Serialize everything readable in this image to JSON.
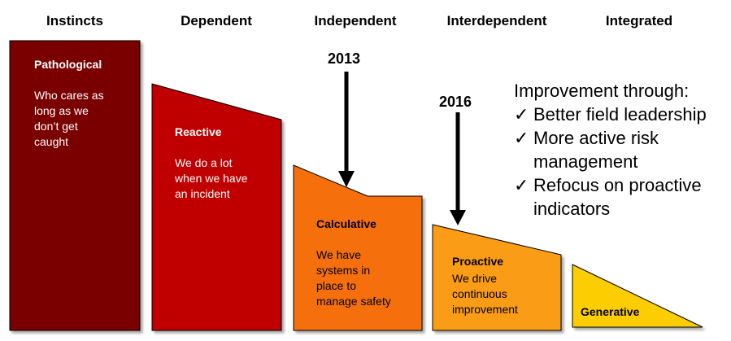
{
  "columns": [
    "Instincts",
    "Dependent",
    "Independent",
    "Interdependent",
    "Integrated"
  ],
  "stages": [
    {
      "label": "Pathological",
      "desc": "Who cares as\nlong as we\ndon’t get\ncaught",
      "color": "#7a0000"
    },
    {
      "label": "Reactive",
      "desc": "We do a lot\nwhen we have\nan incident",
      "color": "#c00000"
    },
    {
      "label": "Calculative",
      "desc": "We have\nsystems in\nplace to\nmanage safety",
      "color": "#f5700a"
    },
    {
      "label": "Proactive",
      "desc": "We drive\ncontinuous\nimprovement",
      "color": "#fb9c12"
    },
    {
      "label": "Generative",
      "desc": "",
      "color": "#fccd00"
    }
  ],
  "markers": [
    {
      "year": "2013"
    },
    {
      "year": "2016"
    }
  ],
  "improvement": {
    "heading": "Improvement through:",
    "check": "✓",
    "items": [
      "Better field leadership",
      "More active risk\nmanagement",
      "Refocus on proactive\nindicators"
    ]
  }
}
